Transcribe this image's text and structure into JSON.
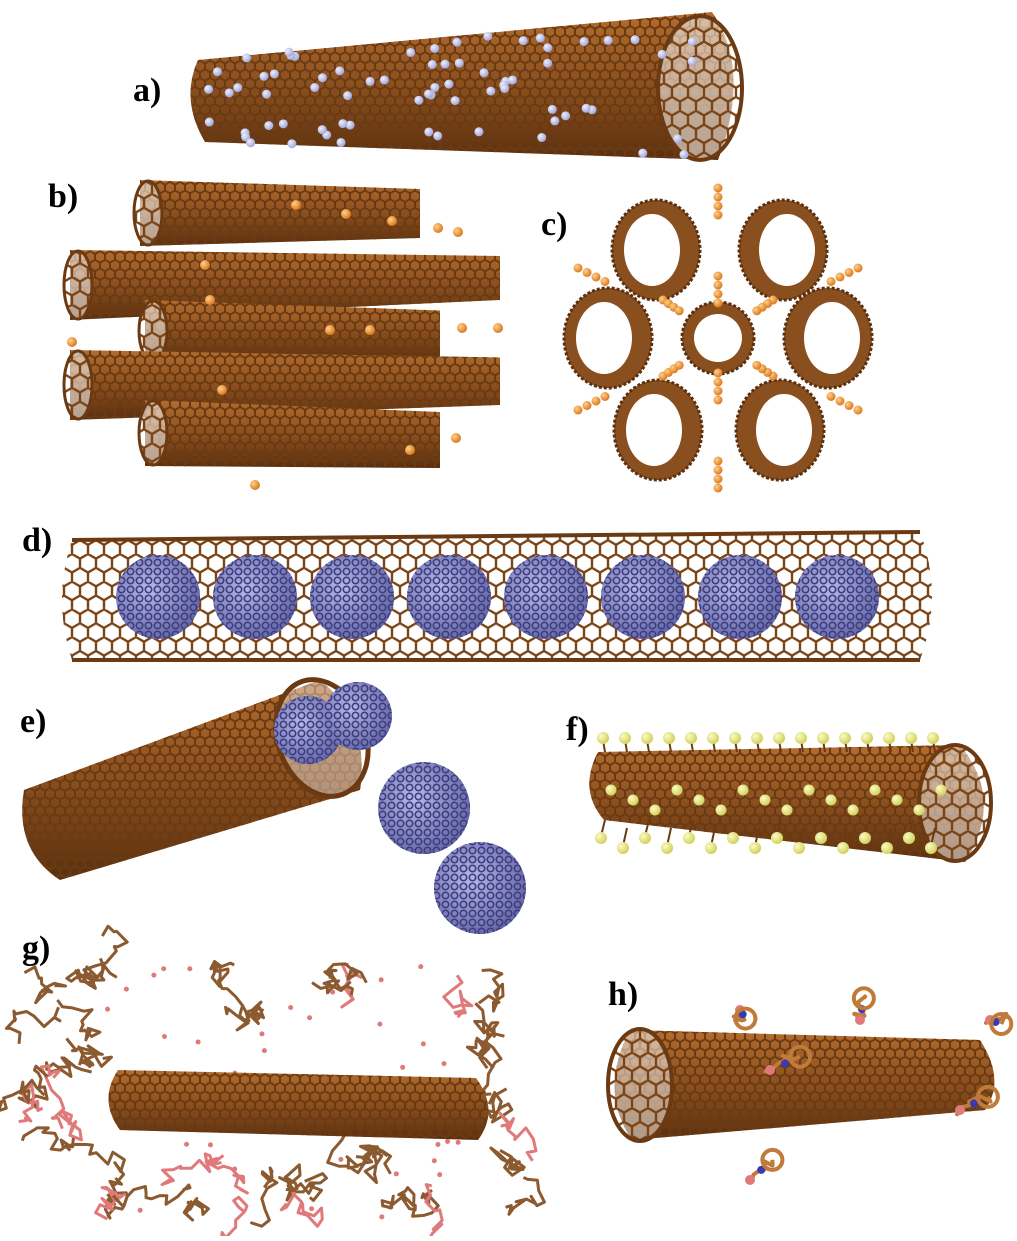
{
  "figure": {
    "panels": [
      {
        "id": "a",
        "label": "a)",
        "depicts": "nanotube-with-surface-dopant-atoms"
      },
      {
        "id": "b",
        "label": "b)",
        "depicts": "nanotube-bundle-with-intercalated-atoms"
      },
      {
        "id": "c",
        "label": "c)",
        "depicts": "bundle-cross-section-end-view"
      },
      {
        "id": "d",
        "label": "d)",
        "depicts": "nanotube-filled-with-fullerenes-peapod"
      },
      {
        "id": "e",
        "label": "e)",
        "depicts": "fullerenes-entering-nanotube"
      },
      {
        "id": "f",
        "label": "f)",
        "depicts": "nanotube-with-functional-groups"
      },
      {
        "id": "g",
        "label": "g)",
        "depicts": "nanotube-with-polymer-chains"
      },
      {
        "id": "h",
        "label": "h)",
        "depicts": "nanotube-with-adsorbed-molecules"
      }
    ]
  },
  "colors": {
    "tube": "#8a4f1e",
    "tube_dark": "#5a300f",
    "tube_light": "#c07a3a",
    "dopant": "#b9bde6",
    "intercalant": "#e88a28",
    "fullerene": "#6f70b0",
    "fullerene_light": "#9a9cd8",
    "functional": "#e6e67a",
    "polymer": "#a86a3a",
    "polymer_accent": "#e07a7a",
    "nitrogen": "#3a3ab0"
  }
}
